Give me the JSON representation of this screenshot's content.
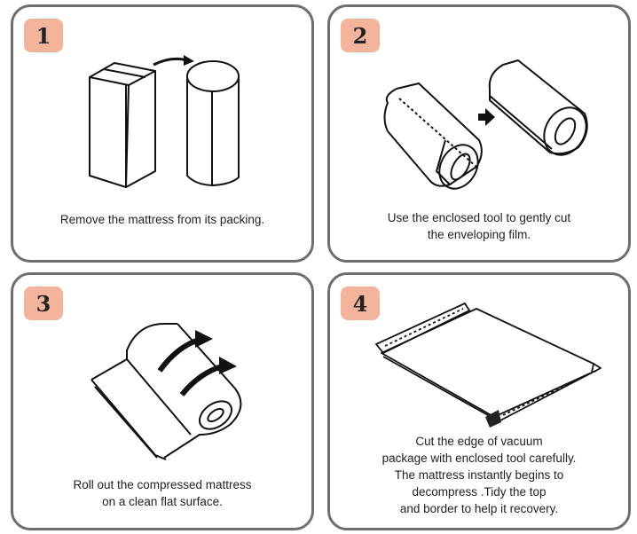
{
  "colors": {
    "badge": "#f3b49b",
    "border": "#6e6e6e",
    "ink": "#111111"
  },
  "steps": [
    {
      "number": "1",
      "lines": [
        "Remove the mattress from its packing."
      ]
    },
    {
      "number": "2",
      "lines": [
        "Use the enclosed tool to gently cut",
        "the enveloping film."
      ]
    },
    {
      "number": "3",
      "lines": [
        "Roll out the compressed mattress",
        "on a clean flat surface."
      ]
    },
    {
      "number": "4",
      "lines": [
        "Cut the edge of vacuum",
        "package with enclosed tool carefully.",
        "The mattress instantly begins to",
        "decompress .Tidy the top",
        "and border to help it recovery."
      ]
    }
  ]
}
